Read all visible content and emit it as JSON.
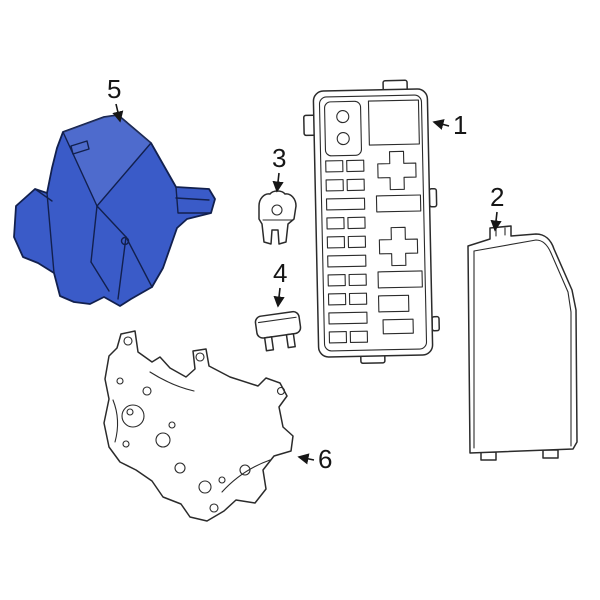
{
  "canvas": {
    "width": "600",
    "height": "600",
    "background": "#ffffff"
  },
  "style": {
    "line_color": "#2b2b2b",
    "label_color": "#161616",
    "highlight_fill": "#3a5bc8",
    "highlight_stroke": "#12204e",
    "highlight_top_face": "#4a6ad2"
  },
  "callouts": [
    {
      "number": "1"
    },
    {
      "number": "2"
    },
    {
      "number": "3"
    },
    {
      "number": "4"
    },
    {
      "number": "5"
    },
    {
      "number": "6"
    }
  ]
}
